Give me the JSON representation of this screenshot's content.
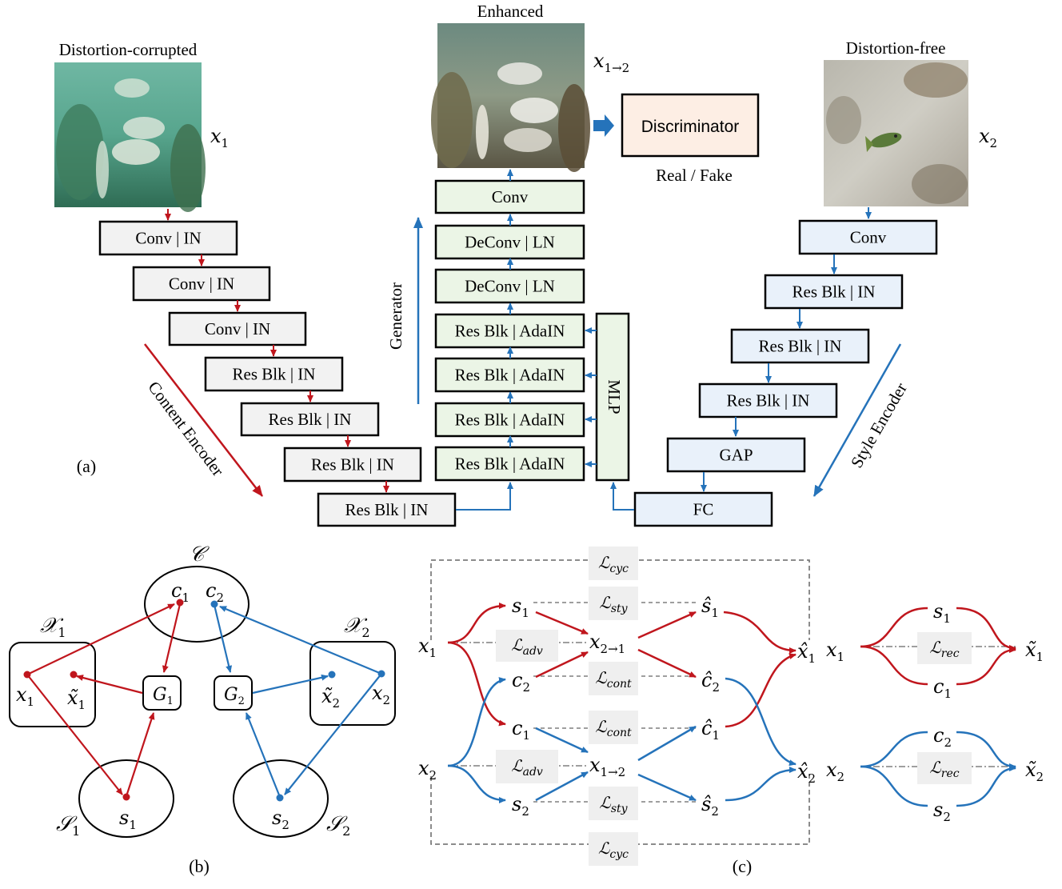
{
  "panel_a": {
    "label": "(a)",
    "input_title": "Distortion-corrupted",
    "input_var": "x",
    "input_sub": "1",
    "output_title": "Enhanced",
    "output_var": "x",
    "output_sub": "1→2",
    "ref_title": "Distortion-free",
    "ref_var": "x",
    "ref_sub": "2",
    "discriminator": "Discriminator",
    "real_fake": "Real / Fake",
    "content_encoder_label": "Content Encoder",
    "style_encoder_label": "Style Encoder",
    "generator_label": "Generator",
    "mlp_label": "MLP",
    "content_encoder": [
      "Conv | IN",
      "Conv | IN",
      "Conv | IN",
      "Res Blk | IN",
      "Res Blk | IN",
      "Res Blk | IN",
      "Res Blk | IN"
    ],
    "generator": [
      "Conv",
      "DeConv | LN",
      "DeConv | LN",
      "Res Blk | AdaIN",
      "Res Blk | AdaIN",
      "Res Blk | AdaIN",
      "Res Blk | AdaIN"
    ],
    "style_encoder": [
      "Conv",
      "Res Blk | IN",
      "Res Blk | IN",
      "Res Blk | IN",
      "GAP",
      "FC"
    ],
    "colors": {
      "red": "#c0161d",
      "blue": "#2573ba",
      "gray_box": "#f2f2f2",
      "green_box": "#ebf5e6",
      "blue_box": "#e9f1fa",
      "disc_box": "#fdeee4"
    }
  },
  "panel_b": {
    "label": "(b)",
    "set_c": "𝒞",
    "set_x1": "𝒳",
    "set_x1_sub": "1",
    "set_x2": "𝒳",
    "set_x2_sub": "2",
    "set_s1": "𝒮",
    "set_s1_sub": "1",
    "set_s2": "𝒮",
    "set_s2_sub": "2",
    "c1": "c",
    "c1_sub": "1",
    "c2": "c",
    "c2_sub": "2",
    "x1": "x",
    "x1_sub": "1",
    "x1t": "x̃",
    "x1t_sub": "1",
    "x2": "x",
    "x2_sub": "2",
    "x2t": "x̃",
    "x2t_sub": "2",
    "s1": "s",
    "s1_sub": "1",
    "s2": "s",
    "s2_sub": "2",
    "g1": "G",
    "g1_sub": "1",
    "g2": "G",
    "g2_sub": "2"
  },
  "panel_c": {
    "label": "(c)",
    "L": "ℒ",
    "cyc": "cyc",
    "sty": "sty",
    "adv": "adv",
    "cont": "cont",
    "rec": "rec",
    "x": "x",
    "s": "s",
    "c": "c",
    "xh": "x̂",
    "sh": "ŝ",
    "ch": "ĉ",
    "xt": "x̃",
    "s1": "1",
    "s2": "2",
    "sub_21": "2→1",
    "sub_12": "1→2"
  }
}
